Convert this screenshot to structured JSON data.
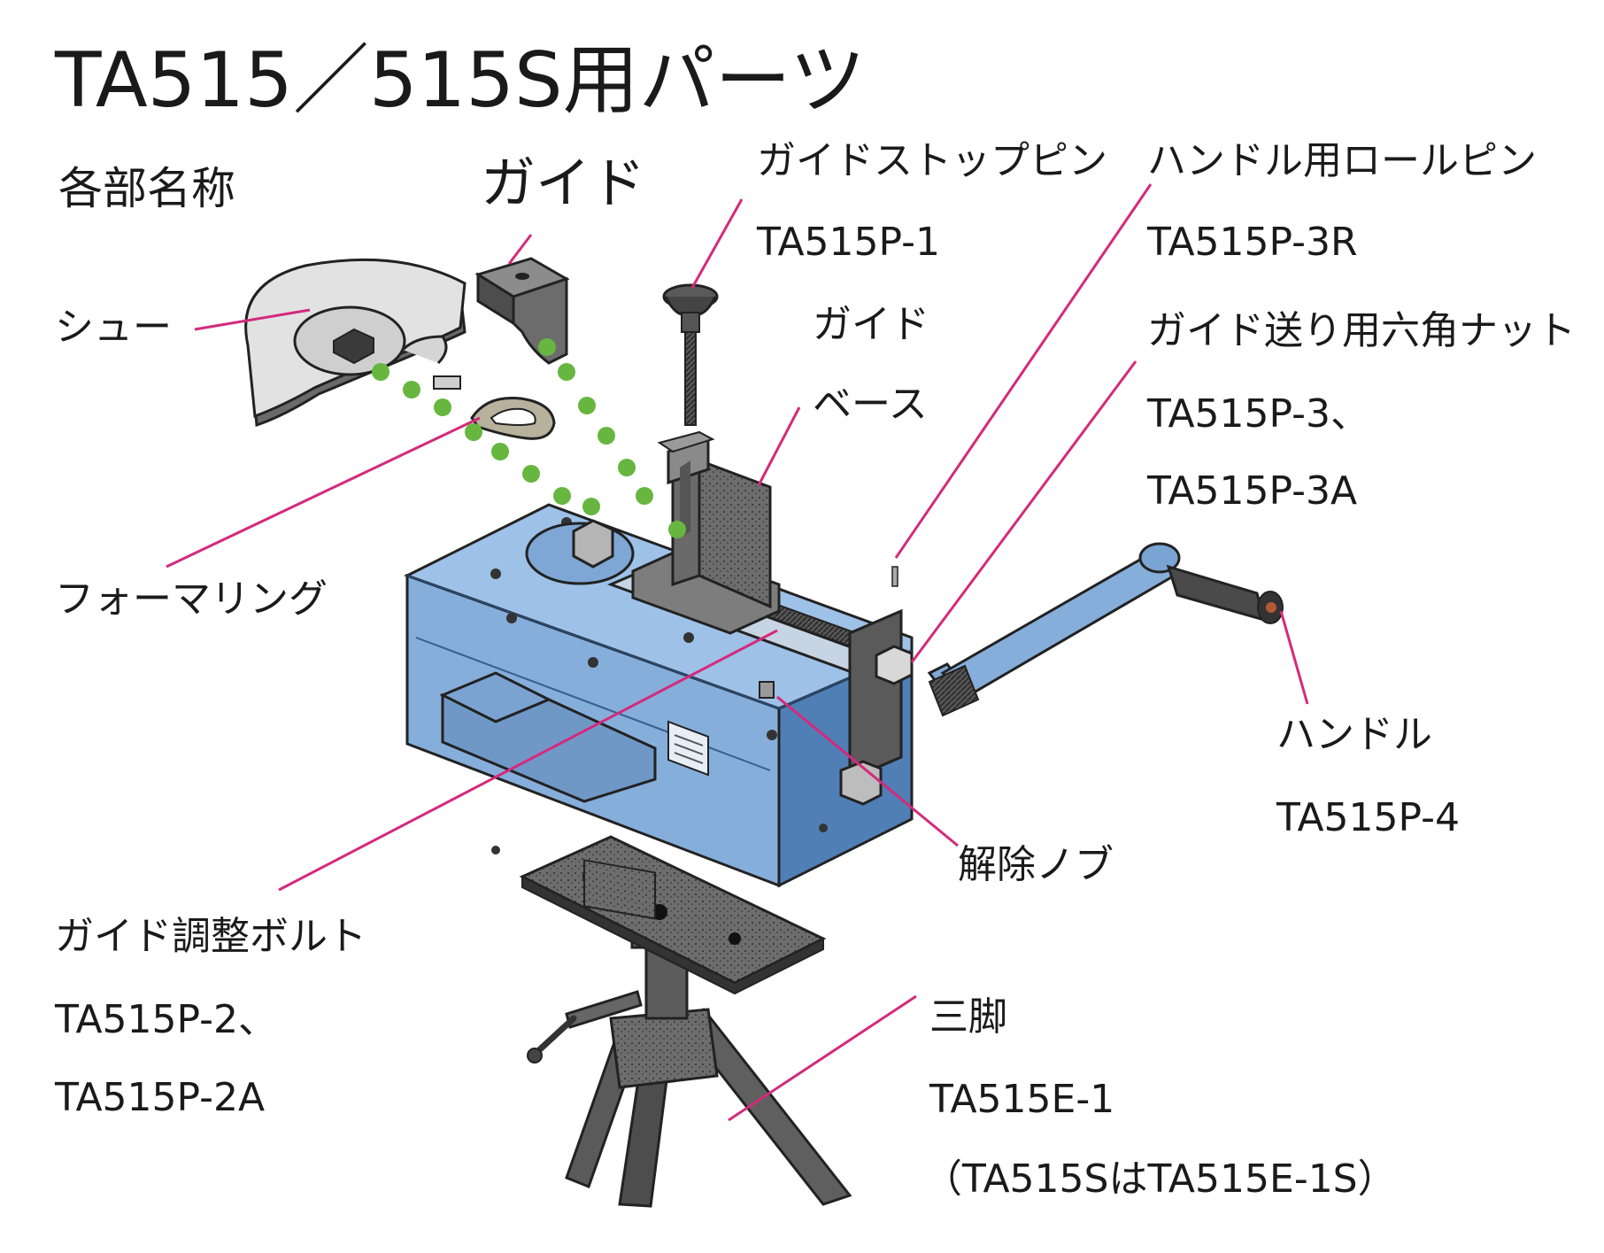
{
  "title": "TA515／515S用パーツ",
  "subtitle": "各部名称",
  "colors": {
    "leader": "#d42a7c",
    "dots": "#66b640",
    "body_blue": "#86aedb",
    "body_blue_dark": "#4f7fb5",
    "metal_gray": "#6c6c6c",
    "metal_dark": "#3a3a3a",
    "outline": "#222222"
  },
  "parts": {
    "guide_big": {
      "name": "ガイド"
    },
    "shoe": {
      "name": "シュー"
    },
    "forming_ring": {
      "name": "フォーマリング"
    },
    "guide_stop_pin": {
      "name": "ガイドストップピン",
      "code": "TA515P-1"
    },
    "guide_base": {
      "name_line1": "ガイド",
      "name_line2": "ベース"
    },
    "handle_roll_pin": {
      "name": "ハンドル用ロールピン",
      "code": "TA515P-3R"
    },
    "hex_nut": {
      "name": "ガイド送り用六角ナット",
      "code1": "TA515P-3、",
      "code2": "TA515P-3A"
    },
    "handle": {
      "name": "ハンドル",
      "code": "TA515P-4"
    },
    "release_knob": {
      "name": "解除ノブ"
    },
    "guide_bolt": {
      "name": "ガイド調整ボルト",
      "code1": "TA515P-2、",
      "code2": "TA515P-2A"
    },
    "tripod": {
      "name": "三脚",
      "code": "TA515E-1",
      "note": "（TA515SはTA515E-1S）"
    }
  }
}
